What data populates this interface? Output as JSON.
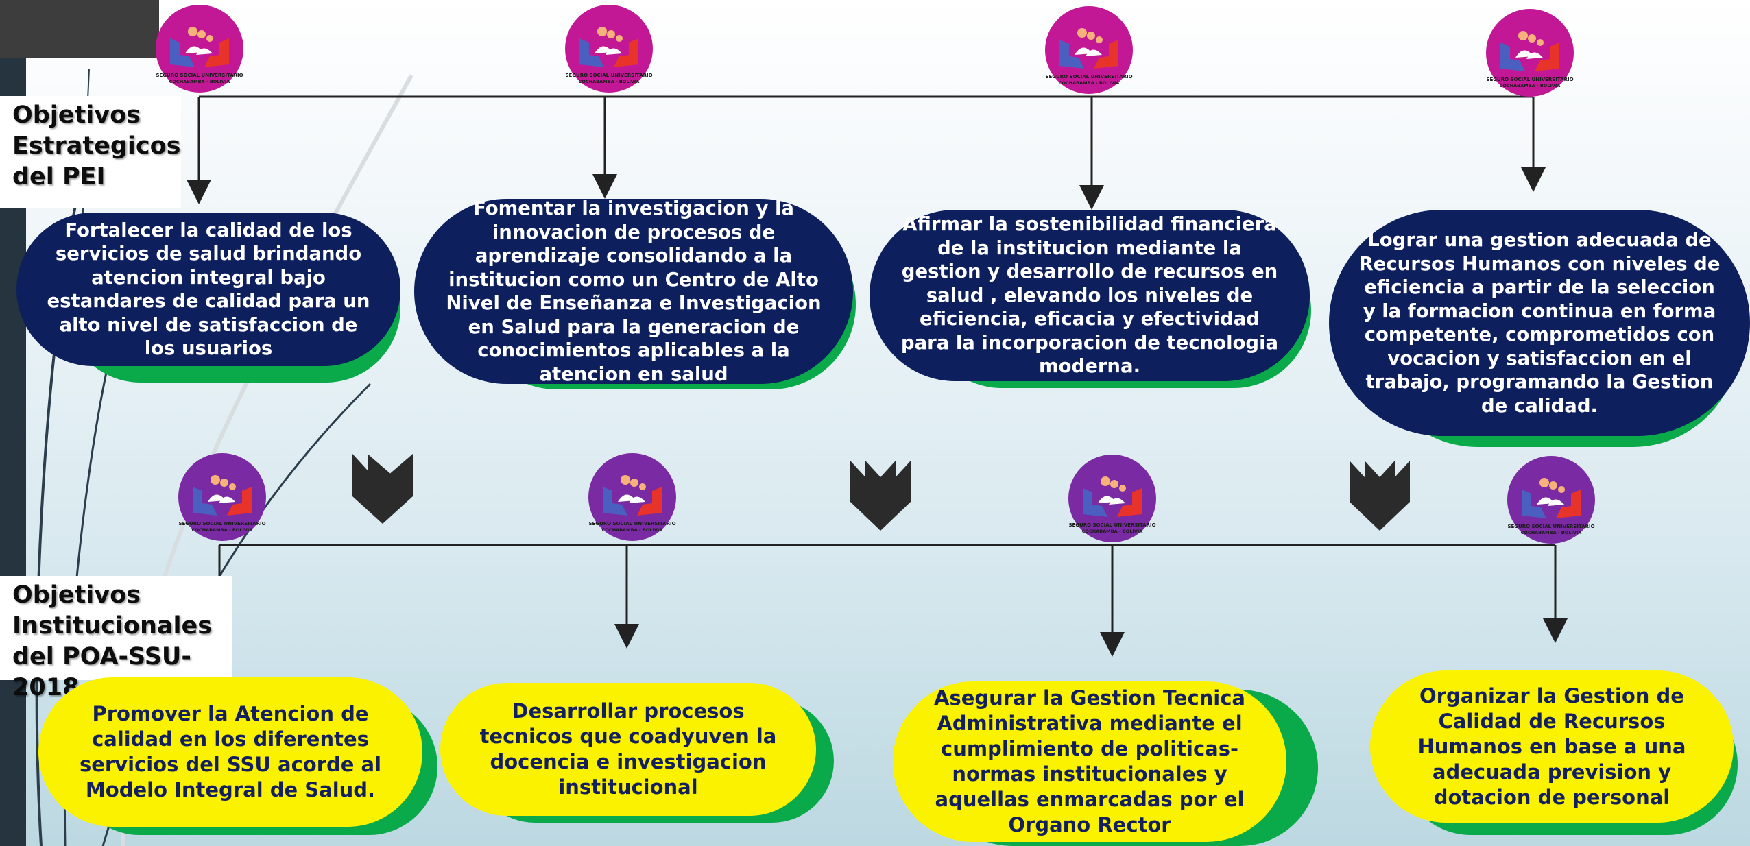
{
  "sections": {
    "strategic_label": "Objetivos Estrategicos del PEI",
    "institutional_label": "Objetivos Institucionales del POA-SSU-2018"
  },
  "logo_caption": {
    "line1": "SEGURO SOCIAL UNIVERSITARIO",
    "line2": "COCHABAMBA - BOLIVIA"
  },
  "strategic_objectives": [
    "Fortalecer la calidad de los servicios de salud brindando atencion integral bajo estandares de calidad para un alto nivel de satisfaccion de los usuarios",
    "Fomentar la investigacion y la innovacion de procesos de aprendizaje consolidando a la institucion como un Centro de Alto Nivel de Enseñanza e Investigacion en Salud para la generacion de conocimientos aplicables a la atencion en salud",
    "Afirmar la sostenibilidad financiera de la institucion mediante la gestion y desarrollo de recursos en salud , elevando los niveles de eficiencia, eficacia y efectividad para la incorporacion de tecnologia moderna.",
    "Lograr una gestion adecuada de Recursos Humanos con niveles de eficiencia a partir de la seleccion  y la formacion continua en forma competente, comprometidos con vocacion y satisfaccion en el trabajo, programando la Gestion de calidad."
  ],
  "institutional_objectives": [
    "Promover la Atencion de calidad en los diferentes servicios del SSU acorde al Modelo Integral de Salud.",
    "Desarrollar procesos tecnicos que coadyuven la docencia e investigacion institucional",
    "Asegurar la Gestion Tecnica Administrativa mediante el cumplimiento de politicas-normas institucionales y aquellas enmarcadas por el Organo Rector",
    "Organizar la Gestion de Calidad de Recursos Humanos en base a una adecuada prevision  y dotacion de personal"
  ],
  "colors": {
    "strategic_fill": "#0d1f5c",
    "institutional_fill": "#fbf200",
    "shadow_green": "#0aaa4a",
    "logo_top_row": "#c21896",
    "logo_bottom_row": "#7a2aa2"
  }
}
